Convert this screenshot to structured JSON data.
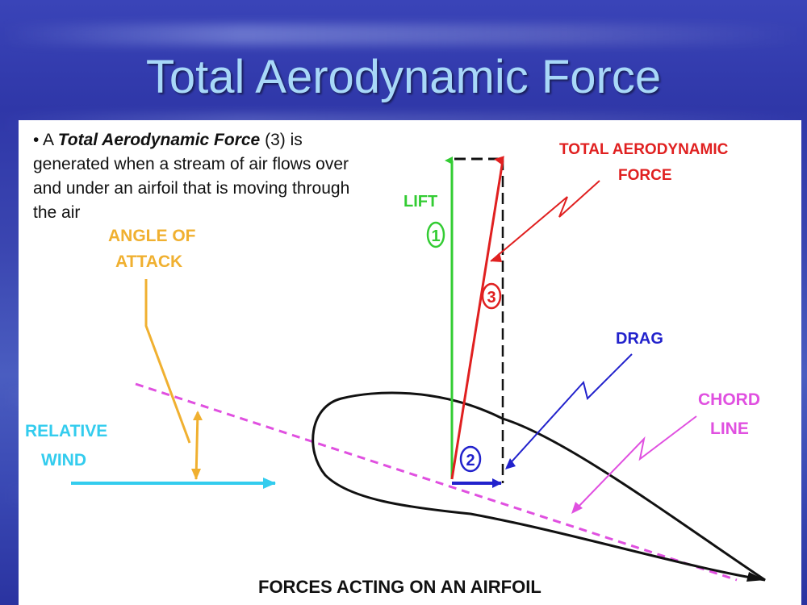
{
  "slide": {
    "title": "Total Aerodynamic Force",
    "bullet": {
      "marker": "•",
      "pre": "A ",
      "emphasis": "Total Aerodynamic Force",
      "post": " (3) is generated when a stream of air flows over and under an airfoil that is moving through the air"
    }
  },
  "diagram": {
    "labels": {
      "lift": "LIFT",
      "total_line1": "TOTAL AERODYNAMIC",
      "total_line2": "FORCE",
      "drag": "DRAG",
      "chord_line1": "CHORD",
      "chord_line2": "LINE",
      "aoa_line1": "ANGLE OF",
      "aoa_line2": "ATTACK",
      "wind_line1": "RELATIVE",
      "wind_line2": "WIND",
      "caption": "FORCES ACTING ON AN AIRFOIL"
    },
    "markers": {
      "lift": "1",
      "drag": "2",
      "total": "3"
    },
    "colors": {
      "lift": "#33cc33",
      "total": "#e02020",
      "drag": "#2222cc",
      "chord": "#e050e0",
      "aoa": "#f0b030",
      "wind": "#33ccee",
      "airfoil": "#111111"
    }
  }
}
